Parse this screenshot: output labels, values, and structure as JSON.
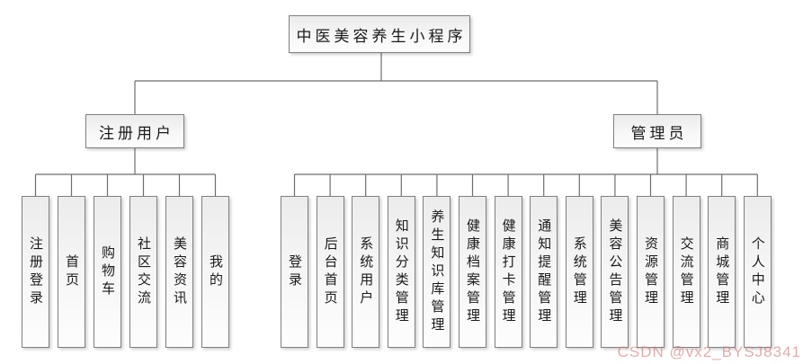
{
  "title": "中医美容养生小程序",
  "watermark": "CSDN @vx2_BYSJ8341",
  "colors": {
    "box_border": "#7f7f7f",
    "connector_line": "#6e6e6e",
    "box_fill_top": "#ebebeb",
    "box_fill_bottom": "#fdfdfd",
    "watermark_color": "#ce7b7b"
  },
  "tree": {
    "root": {
      "label": "中医美容养生小程序"
    },
    "branches": [
      {
        "label": "注册用户",
        "children": [
          "注册登录",
          "首页",
          "购物车",
          "社区交流",
          "美容资讯",
          "我的"
        ]
      },
      {
        "label": "管理员",
        "children": [
          "登录",
          "后台首页",
          "系统用户",
          "知识分类管理",
          "养生知识库管理",
          "健康档案管理",
          "健康打卡管理",
          "通知提醒管理",
          "系统管理",
          "美容公告管理",
          "资源管理",
          "交流管理",
          "商城管理",
          "个人中心"
        ]
      }
    ]
  }
}
